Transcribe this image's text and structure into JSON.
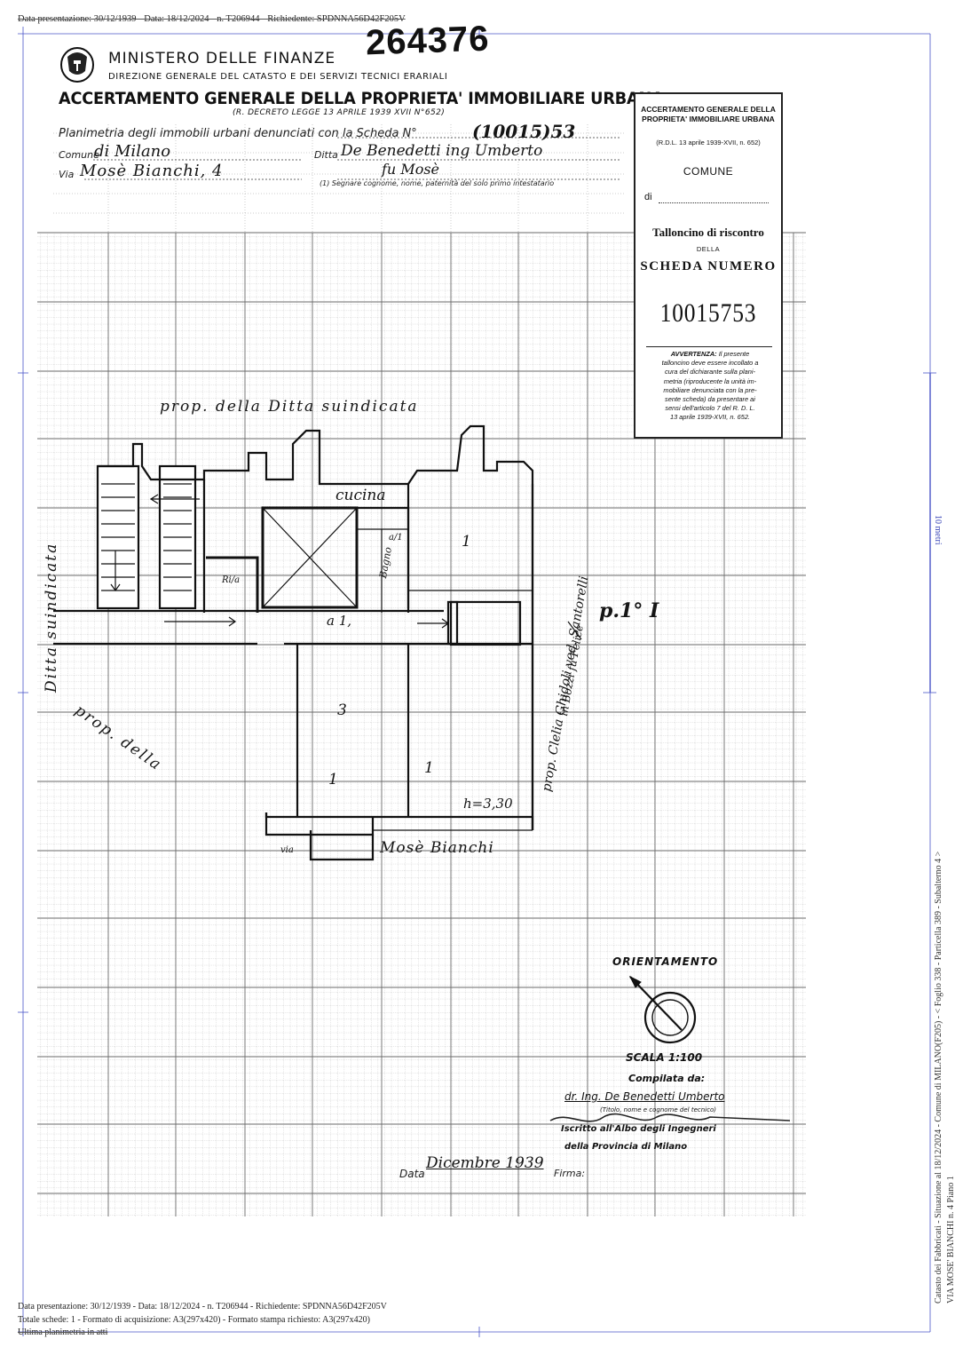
{
  "header": {
    "top_line": "Data presentazione: 30/12/1939 - Data: 18/12/2024 - n. T206944 - Richiedente: SPDNNA56D42F205V",
    "doc_number": "264376",
    "ministry": "MINISTERO DELLE FINANZE",
    "directorate": "DIREZIONE GENERALE DEL CATASTO E DEI SERVIZI TECNICI ERARIALI",
    "title": "ACCERTAMENTO GENERALE DELLA PROPRIETA' IMMOBILIARE URBANA",
    "decree": "(R. DECRETO LEGGE 13 APRILE 1939 XVII N°652)"
  },
  "form": {
    "planimetria_label": "Planimetria degli immobili urbani denunciati con la Scheda N°",
    "scheda_value": "(10015)53",
    "comune_label": "Comune",
    "comune_value": "di Milano",
    "via_label": "Via",
    "via_value": "Mosè Bianchi, 4",
    "ditta_label": "Ditta",
    "ditta_value": "De Benedetti ing Umberto",
    "ditta_value_2": "fu Mosè",
    "ditta_note": "(1) Segnare cognome, nome, paternità del solo primo intestatario"
  },
  "talloncino": {
    "title_line1": "ACCERTAMENTO GENERALE DELLA",
    "title_line2": "PROPRIETA' IMMOBILIARE URBANA",
    "rdl": "(R.D.L. 13 aprile 1939-XVII, n. 652)",
    "comune": "COMUNE",
    "di": "di",
    "tallon": "Talloncino di riscontro",
    "della": "DELLA",
    "scheda_numero": "SCHEDA NUMERO",
    "number": "10015753",
    "avvertenza_title": "AVVERTENZA:",
    "avvertenza_lines": [
      "Il presente",
      "talloncino deve essere incollato a",
      "cura del dichiarante sulla plani-",
      "metria (riproducente la unità im-",
      "mobiliare denunciata con la pre-",
      "sente scheda) da presentare ai",
      "sensi dell'articolo 7 del R. D. L.",
      "13 aprile 1939-XVII, n. 652."
    ]
  },
  "plan": {
    "prop_top": "prop. della Ditta suindicata",
    "ditta_left": "Ditta suindicata",
    "prop_diag": "prop. della",
    "cucina": "cucina",
    "bagno": "Bagno",
    "wc": "a/1",
    "ripost": "Ri/a",
    "a1": "a 1,",
    "room3": "3",
    "room_mid": "1",
    "room_right": "1",
    "room_top": "1",
    "height": "h=3,30",
    "via_label": "via",
    "street": "Mosè Bianchi",
    "prop_right_1": "prop. Clelia Ghidoli ved. Santorelli",
    "prop_right_2": "in Bozzi fu Felice",
    "piano": "p.1° I"
  },
  "lower_right": {
    "orientamento": "ORIENTAMENTO",
    "scala": "SCALA 1:100",
    "compilata": "Compilata da:",
    "compiler": "dr. Ing. De Benedetti Umberto",
    "compiler_note": "(Titolo, nome e cognome del tecnico)",
    "iscritto": "Iscritto all'Albo degli Ingegneri",
    "provincia": "della Provincia di Milano",
    "data_label": "Data",
    "data_value": "Dicembre 1939",
    "firma_label": "Firma:"
  },
  "side": {
    "scale_label": "10 metri",
    "vertical_line1": "Catasto dei Fabbricati - Situazione al 18/12/2024 - Comune di MILANO(F205) - < Foglio 338 - Particella 389 - Subalterno 4 >",
    "vertical_line2": "VIA MOSE' BIANCHI n. 4 Piano 1"
  },
  "footer": {
    "line1": "Data presentazione: 30/12/1939 - Data: 18/12/2024 - n. T206944 - Richiedente: SPDNNA56D42F205V",
    "line2": "Totale schede: 1 - Formato di acquisizione: A3(297x420)  - Formato stampa richiesto: A3(297x420)",
    "line3": "Ultima planimetria in atti"
  }
}
